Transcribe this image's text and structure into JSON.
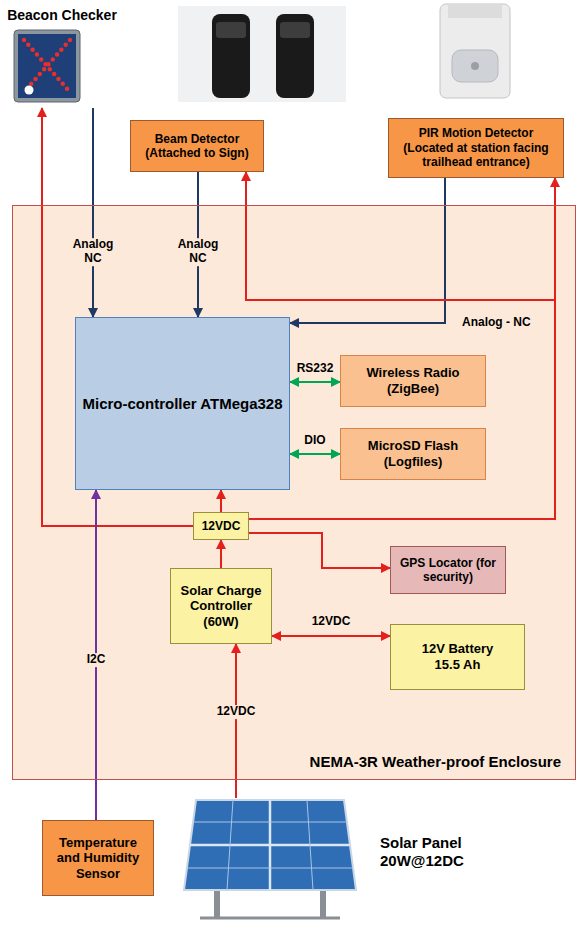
{
  "diagram": {
    "nodes": [
      {
        "text": [
          "Beacon Checker"
        ]
      },
      {
        "text": [
          "Beam Detector (Attached to Sign)"
        ]
      },
      {
        "text": [
          "PIR Motion Detector (Located at station facing trailhead entrance)"
        ]
      },
      {
        "text": [
          "NEMA-3R Weather-proof Enclosure"
        ]
      },
      {
        "text": [
          "Micro-controller ATMega328"
        ],
        "in": 3
      },
      {
        "text": [
          "Wireless Radio (ZigBee)"
        ],
        "in": 3
      },
      {
        "text": [
          "MicroSD Flash (Logfiles)"
        ],
        "in": 3
      },
      {
        "text": [
          "12VDC"
        ],
        "in": 3
      },
      {
        "text": [
          "GPS Locator (for security)"
        ],
        "in": 3
      },
      {
        "text": [
          "Solar Charge Controller (60W)"
        ],
        "in": 3
      },
      {
        "text": [
          "12V Battery 15.5 Ah"
        ],
        "in": 3
      },
      {
        "text": [
          "Temperature and Humidity Sensor"
        ]
      },
      {
        "text": [
          "Solar Panel 20W@12DC"
        ]
      }
    ],
    "edges": [
      {
        "from": 0,
        "to": 4,
        "arrow": "to",
        "label": "Analog NC"
      },
      {
        "from": 1,
        "to": 4,
        "arrow": "to",
        "label": "Analog NC"
      },
      {
        "from": 2,
        "to": 4,
        "arrow": "to",
        "label": "Analog - NC"
      },
      {
        "from": 4,
        "to": 5,
        "arrow": "both",
        "label": "RS232"
      },
      {
        "from": 4,
        "to": 6,
        "arrow": "both",
        "label": "DIO"
      },
      {
        "from": 7,
        "to": 4,
        "arrow": "to"
      },
      {
        "from": 7,
        "to": 0,
        "arrow": "to"
      },
      {
        "from": 7,
        "to": 1,
        "arrow": "to"
      },
      {
        "from": 7,
        "to": 2,
        "arrow": "to"
      },
      {
        "from": 7,
        "to": 8,
        "arrow": "to"
      },
      {
        "from": 9,
        "to": 7,
        "arrow": "to"
      },
      {
        "from": 9,
        "to": 10,
        "arrow": "both",
        "label": "12VDC"
      },
      {
        "from": 12,
        "to": 9,
        "arrow": "to",
        "label": "12VDC"
      },
      {
        "from": 11,
        "to": 4,
        "arrow": "to",
        "label": "I2C"
      }
    ]
  }
}
